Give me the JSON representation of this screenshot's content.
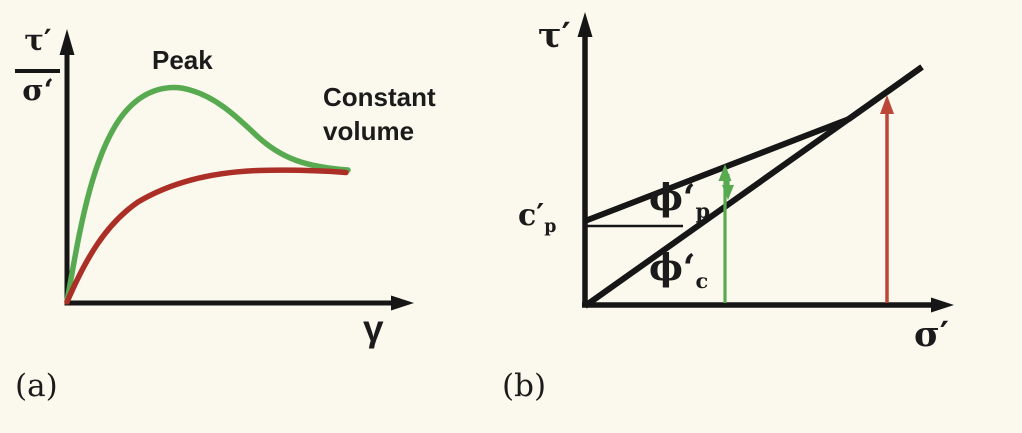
{
  "colors": {
    "background": "#fbf9ee",
    "ink": "#161616",
    "green": "#58aa50",
    "red": "#ab2f26",
    "arrow_red": "#bc4638"
  },
  "panel_a": {
    "caption": "(a)",
    "y_axis_numerator": "τ′",
    "y_axis_denominator": "σ‘",
    "x_axis_label": "γ",
    "peak_label": "Peak",
    "constant_volume_line1": "Constant",
    "constant_volume_line2": "volume"
  },
  "panel_b": {
    "caption": "(b)",
    "y_axis_label": "τ′",
    "x_axis_label": "σ′",
    "cohesion": {
      "base": "c′",
      "sub": "p"
    },
    "phi_peak": {
      "base": "ϕ‘",
      "sub": "p"
    },
    "phi_cv": {
      "base": "ϕ‘",
      "sub": "c"
    }
  },
  "chart_data": [
    {
      "type": "line",
      "panel": "(a)",
      "title": "",
      "xlabel": "γ",
      "ylabel": "τ′/σ‘",
      "axes_numeric": false,
      "series": [
        {
          "name": "Peak",
          "color": "#58aa50",
          "x_norm": [
            0,
            0.04,
            0.1,
            0.18,
            0.28,
            0.36,
            0.5,
            0.65,
            0.8,
            1.0
          ],
          "y_norm": [
            0,
            0.35,
            0.7,
            0.92,
            1.0,
            0.97,
            0.82,
            0.66,
            0.62,
            0.61
          ]
        },
        {
          "name": "Constant volume",
          "color": "#ab2f26",
          "x_norm": [
            0,
            0.07,
            0.15,
            0.26,
            0.42,
            0.6,
            0.8,
            1.0
          ],
          "y_norm": [
            0,
            0.22,
            0.4,
            0.52,
            0.59,
            0.61,
            0.61,
            0.6
          ]
        }
      ]
    },
    {
      "type": "line",
      "panel": "(b)",
      "xlabel": "σ′",
      "ylabel": "τ′",
      "axes_numeric": false,
      "lines": [
        {
          "name": "peak envelope",
          "y_intercept_label": "c′p",
          "angle_label": "ϕ‘p",
          "x_norm": [
            0,
            0.78,
            1.0
          ],
          "y_norm": [
            0.35,
            0.78,
            1.0
          ]
        },
        {
          "name": "constant volume envelope",
          "angle_label": "ϕ‘c",
          "x_norm": [
            0,
            1.0
          ],
          "y_norm": [
            0,
            1.0
          ]
        }
      ],
      "annotations": [
        {
          "name": "green vertical arrow",
          "color": "#58aa50",
          "x_norm": 0.41,
          "direction": "up, with short down arrow between envelopes"
        },
        {
          "name": "red vertical arrow",
          "color": "#bc4638",
          "x_norm": 0.88,
          "direction": "up"
        }
      ]
    }
  ]
}
